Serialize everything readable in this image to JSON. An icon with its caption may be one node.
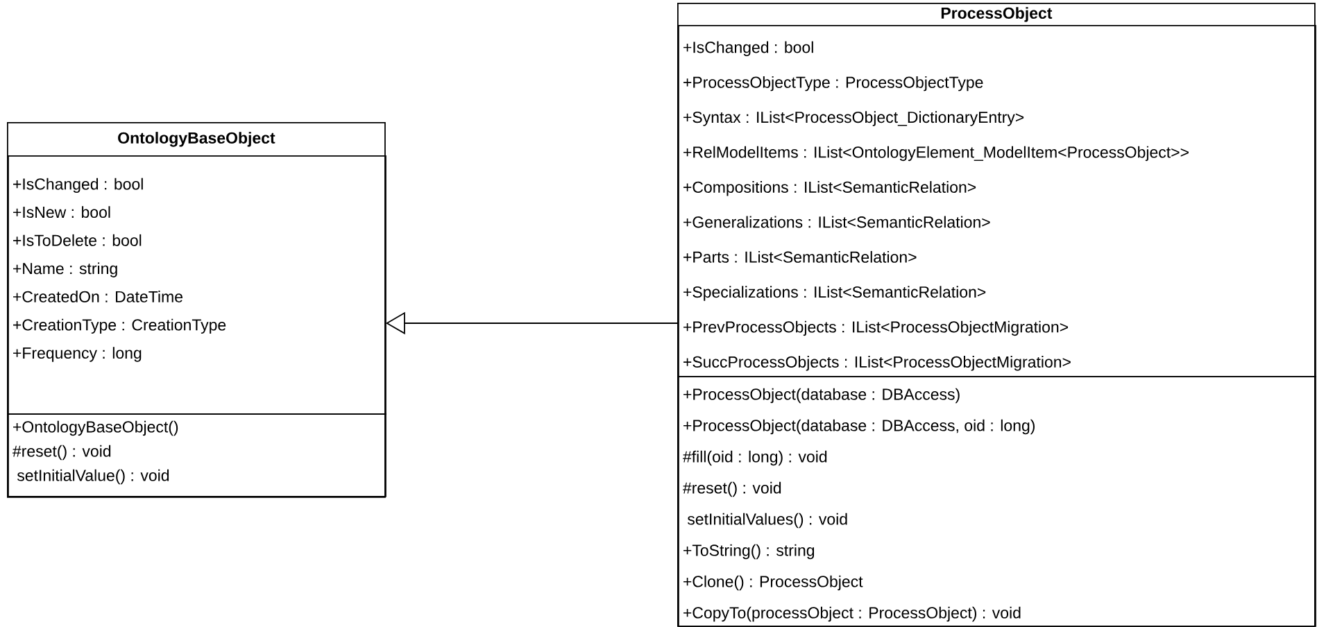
{
  "diagram": {
    "nodes": [
      {
        "text": [
          "OntologyBaseObject"
        ]
      },
      {
        "text": [
          "+IsChanged : bool",
          "+IsNew : bool",
          "+IsToDelete : bool",
          "+Name : string",
          "+CreatedOn : DateTime",
          "+CreationType : CreationType",
          "+Frequency : long"
        ],
        "in": 0
      },
      {
        "text": [
          "+OntologyBaseObject()",
          "#reset() : void",
          " setInitialValue() : void"
        ],
        "in": 0
      },
      {
        "text": [
          "ProcessObject"
        ]
      },
      {
        "text": [
          "+IsChanged : bool",
          "+ProcessObjectType : ProcessObjectType",
          "+Syntax : IList<ProcessObject_DictionaryEntry>",
          "+RelModelItems : IList<OntologyElement_ModelItem<ProcessObject>>",
          "+Compositions : IList<SemanticRelation>",
          "+Generalizations : IList<SemanticRelation>",
          "+Parts : IList<SemanticRelation>",
          "+Specializations : IList<SemanticRelation>",
          "+PrevProcessObjects : IList<ProcessObjectMigration>",
          "+SuccProcessObjects : IList<ProcessObjectMigration>"
        ],
        "in": 3
      },
      {
        "text": [
          "+ProcessObject(database : DBAccess)",
          "+ProcessObject(database : DBAccess, oid : long)",
          "#fill(oid : long) : void",
          "#reset() : void",
          " setInitialValues() : void",
          "+ToString() : string",
          "+Clone() : ProcessObject",
          "+CopyTo(processObject : ProcessObject) : void"
        ],
        "in": 3
      }
    ],
    "edges": [
      {
        "from": 3,
        "to": 0,
        "arrow": "to"
      }
    ]
  }
}
